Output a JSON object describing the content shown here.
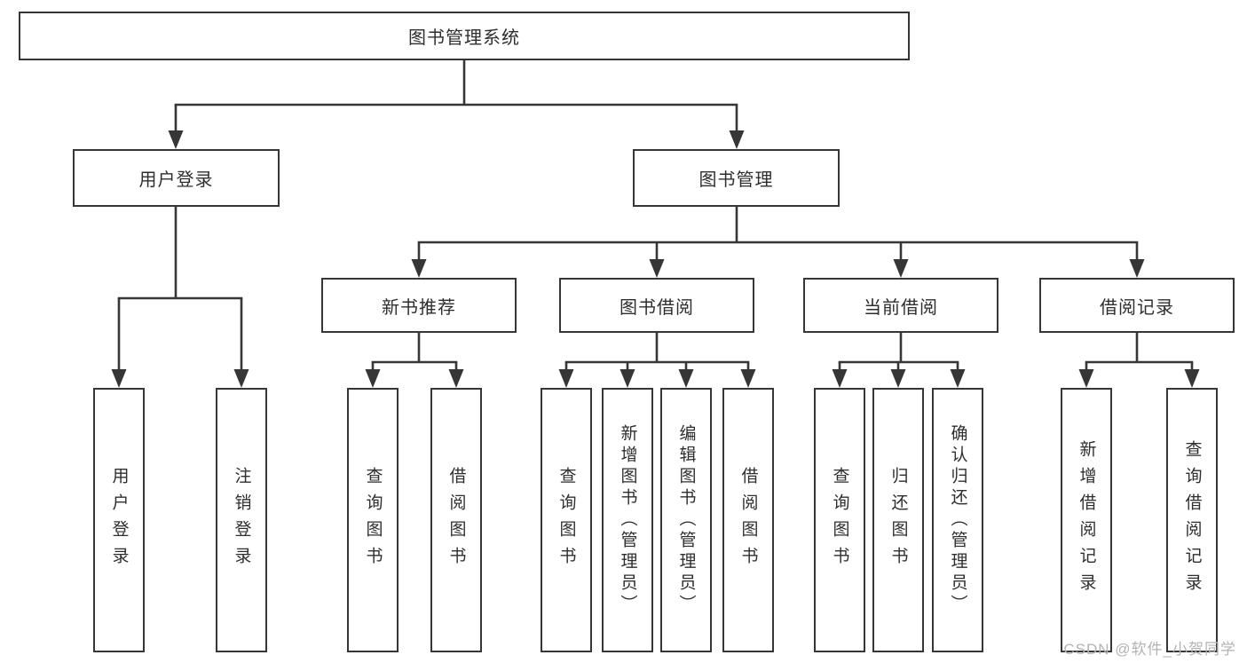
{
  "diagram": {
    "root": {
      "label": "图书管理系统"
    },
    "level2": [
      {
        "label": "用户登录"
      },
      {
        "label": "图书管理"
      }
    ],
    "level3": [
      {
        "label": "新书推荐"
      },
      {
        "label": "图书借阅"
      },
      {
        "label": "当前借阅"
      },
      {
        "label": "借阅记录"
      }
    ],
    "leaves": [
      {
        "label": "用户登录"
      },
      {
        "label": "注销登录"
      },
      {
        "label": "查询图书"
      },
      {
        "label": "借阅图书"
      },
      {
        "label": "查询图书"
      },
      {
        "label": "新增图书（管理员）"
      },
      {
        "label": "编辑图书（管理员）"
      },
      {
        "label": "借阅图书"
      },
      {
        "label": "查询图书"
      },
      {
        "label": "归还图书"
      },
      {
        "label": "确认归还（管理员）"
      },
      {
        "label": "新增借阅记录"
      },
      {
        "label": "查询借阅记录"
      }
    ]
  },
  "watermark": {
    "text": "CSDN @软件_小贺同学"
  },
  "colors": {
    "line": "#363636",
    "text": "#2e2e2e",
    "watermark": "#b3b3b3",
    "background": "#ffffff"
  }
}
